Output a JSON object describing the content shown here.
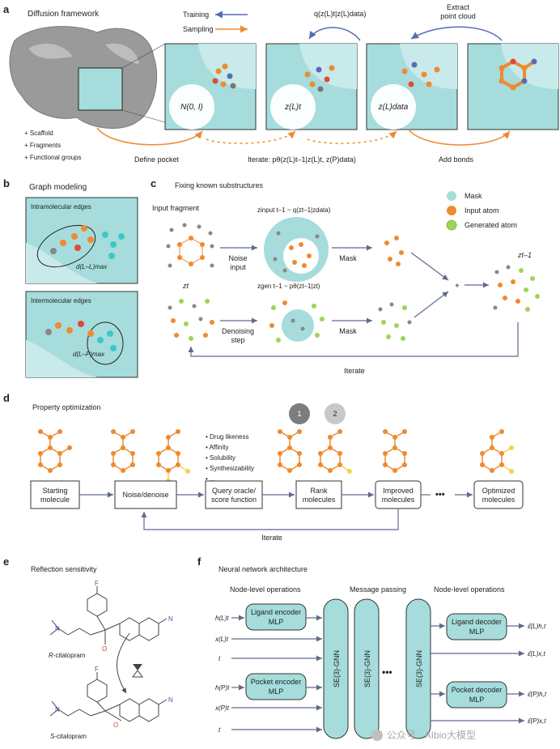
{
  "panel_a": {
    "label": "a",
    "title": "Diffusion framework",
    "legend_training": "Training",
    "legend_sampling": "Sampling",
    "bullets": [
      "Scaffold",
      "Fragments",
      "Functional groups"
    ],
    "define_pocket": "Define pocket",
    "iterate_formula": "Iterate: pθ(z(L)t–1|z(L)t, z(P)data)",
    "add_bonds": "Add bonds",
    "top_formula": "q(z(L)t|z(L)data)",
    "extract": "Extract\npoint cloud",
    "node_labels": [
      "N(0, I)",
      "z(L)t",
      "z(L)data"
    ],
    "colors": {
      "training": "#5b6ab5",
      "sampling": "#ef8a2e",
      "pocket": "#a6dcdc"
    }
  },
  "panel_b": {
    "label": "b",
    "title": "Graph modeling",
    "intra": "Intramolecular edges",
    "intra_d": "d(L–L)max",
    "inter": "Intermolecular edges",
    "inter_d": "d(L–P)max"
  },
  "panel_c": {
    "label": "c",
    "title": "Fixing known substructures",
    "legend": [
      "Mask",
      "Input atom",
      "Generated atom"
    ],
    "input_fragment": "Input fragment",
    "noise_input": "Noise\ninput",
    "denoising_step": "Denoising\nstep",
    "mask": "Mask",
    "iterate": "Iterate",
    "z_input_formula": "zinput t–1 ~ q(zt–1|zdata)",
    "z_gen_formula": "zgen t–1 ~ pθ(zt–1|zt)",
    "zt": "zt",
    "zt1": "zt–1",
    "plus": "+"
  },
  "panel_d": {
    "label": "d",
    "title": "Property optimization",
    "properties": [
      "Drug likeness",
      "Affinity",
      "Solubility",
      "Synthesizability",
      "..."
    ],
    "ranks": [
      "1",
      "2"
    ],
    "boxes": [
      "Starting\nmolecule",
      "Noise/denoise",
      "Query oracle/\nscore function",
      "Rank\nmolecules",
      "Improved\nmolecules",
      "Optimized\nmolecules"
    ],
    "iterate": "Iterate"
  },
  "panel_e": {
    "label": "e",
    "title": "Reflection sensitivity",
    "r_label": "R-citalopram",
    "s_label": "S-citalopram",
    "atoms": {
      "f": "F",
      "n": "N",
      "o": "O",
      "cn": "N"
    }
  },
  "panel_f": {
    "label": "f",
    "title": "Neural network architecture",
    "col_node_left": "Node-level operations",
    "col_message": "Message passing",
    "col_node_right": "Node-level operations",
    "ligand_encoder": "Ligand encoder\nMLP",
    "pocket_encoder": "Pocket encoder\nMLP",
    "ligand_decoder": "Ligand decoder\nMLP",
    "pocket_decoder": "Pocket decoder\nMLP",
    "gnn": "SE(3)-GNN",
    "inputs": [
      "h(L)t",
      "x(L)t",
      "t",
      "h(P)t",
      "x(P)t",
      "t"
    ],
    "outputs": [
      "ε̂(L)h,t",
      "ε̂(L)x,t",
      "ε̂(P)h,t",
      "ε̂(P)x,t"
    ],
    "dots": "•••",
    "watermark": "公众号 · AIbio大模型"
  }
}
